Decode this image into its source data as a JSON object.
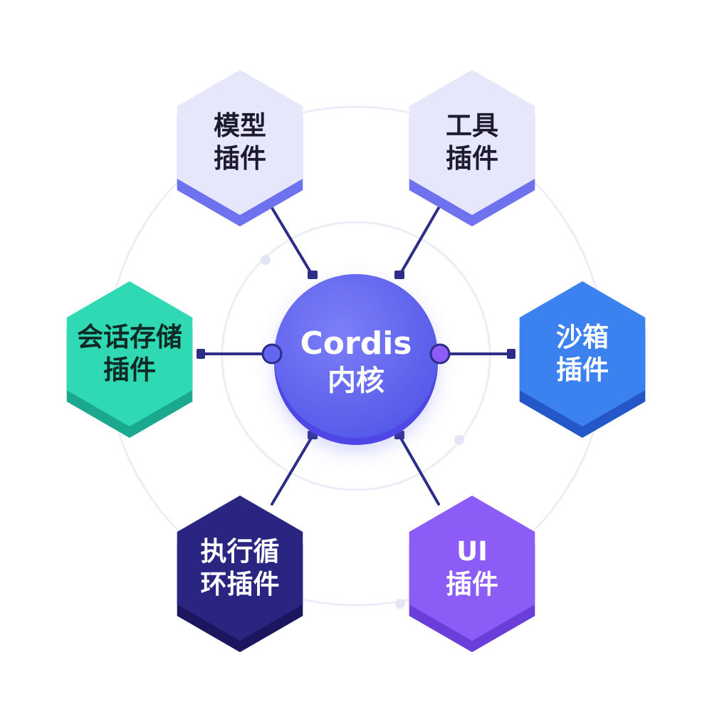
{
  "core": {
    "title": "Cordis",
    "subtitle": "内核"
  },
  "plugins": [
    {
      "id": "model",
      "lines": [
        "模型",
        "插件"
      ],
      "face": "#e6e7fb",
      "side": "#6e72ee",
      "text": "#1c1c2e"
    },
    {
      "id": "tool",
      "lines": [
        "工具",
        "插件"
      ],
      "face": "#e6e7fb",
      "side": "#6e72ee",
      "text": "#1c1c2e"
    },
    {
      "id": "session-storage",
      "lines": [
        "会话存储",
        "插件"
      ],
      "face": "#2fd9b3",
      "side": "#1aa98e",
      "text": "#0f2a24"
    },
    {
      "id": "sandbox",
      "lines": [
        "沙箱",
        "插件"
      ],
      "face": "#3b82f0",
      "side": "#2458c8",
      "text": "#ffffff"
    },
    {
      "id": "exec-loop",
      "lines": [
        "执行循",
        "环插件"
      ],
      "face": "#2a2580",
      "side": "#1b165e",
      "text": "#ffffff"
    },
    {
      "id": "ui",
      "lines": [
        "UI",
        "插件"
      ],
      "face": "#8b5cf6",
      "side": "#6a3fd9",
      "text": "#ffffff"
    }
  ],
  "colors": {
    "connector": "#2f2d8a",
    "ring": "#e9ebf6",
    "core_fill": "#6366f1",
    "core_edge": "#4f46e5",
    "node_left": "#6366f1",
    "node_right": "#8b5cf6"
  }
}
